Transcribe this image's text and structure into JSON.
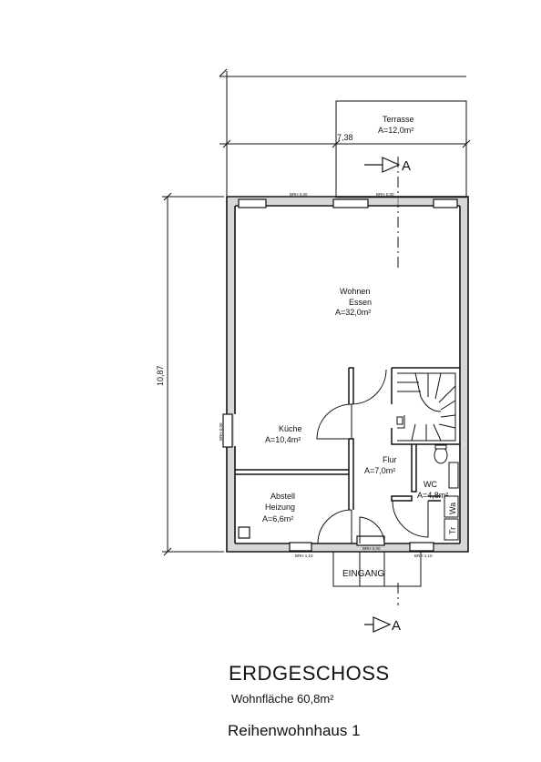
{
  "rooms": {
    "terrace": {
      "name": "Terrasse",
      "area": "A=12,0m²"
    },
    "living": {
      "name1": "Wohnen",
      "name2": "Essen",
      "area": "A=32,0m²"
    },
    "kitchen": {
      "name": "Küche",
      "area": "A=10,4m²"
    },
    "storage": {
      "name1": "Abstell",
      "name2": "Heizung",
      "area": "A=6,6m²"
    },
    "hall": {
      "name": "Flur",
      "area": "A=7,0m²"
    },
    "wc": {
      "name": "WC",
      "area": "A=4,8m²"
    }
  },
  "fixtures": {
    "washbasin": "Wa",
    "dryer": "Tr"
  },
  "dimensions": {
    "width": "7,38",
    "depth": "10,87"
  },
  "section_marker": "A",
  "entrance": "EINGANG",
  "sill_heights": {
    "brh_top_left": "BRH 0,00",
    "brh_top_right": "BRH 0,00",
    "brh_left": "BRH 0,00",
    "brh_bottom_left": "BRH 1,10",
    "brh_bottom_center": "BRH 0,00",
    "brh_bottom_right": "BRH 1,10"
  },
  "titles": {
    "floor": "ERDGESCHOSS",
    "living_area": "Wohnfläche 60,8m²",
    "house": "Reihenwohnhaus 1"
  }
}
